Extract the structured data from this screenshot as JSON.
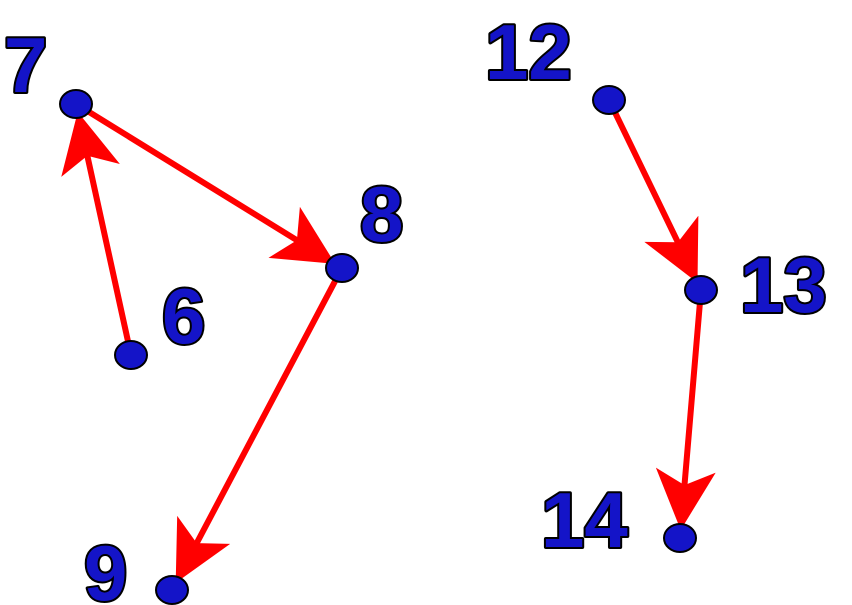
{
  "colors": {
    "node_fill": "#1414c8",
    "label_fill": "#1414c8",
    "outline": "#000000",
    "arrow": "#ff0000",
    "background": "#ffffff"
  },
  "nodes": [
    {
      "id": "n6",
      "label": "6"
    },
    {
      "id": "n7",
      "label": "7"
    },
    {
      "id": "n8",
      "label": "8"
    },
    {
      "id": "n9",
      "label": "9"
    },
    {
      "id": "n12",
      "label": "12"
    },
    {
      "id": "n13",
      "label": "13"
    },
    {
      "id": "n14",
      "label": "14"
    }
  ],
  "edges": [
    {
      "from": "6",
      "to": "7"
    },
    {
      "from": "7",
      "to": "8"
    },
    {
      "from": "8",
      "to": "9"
    },
    {
      "from": "12",
      "to": "13"
    },
    {
      "from": "13",
      "to": "14"
    }
  ]
}
